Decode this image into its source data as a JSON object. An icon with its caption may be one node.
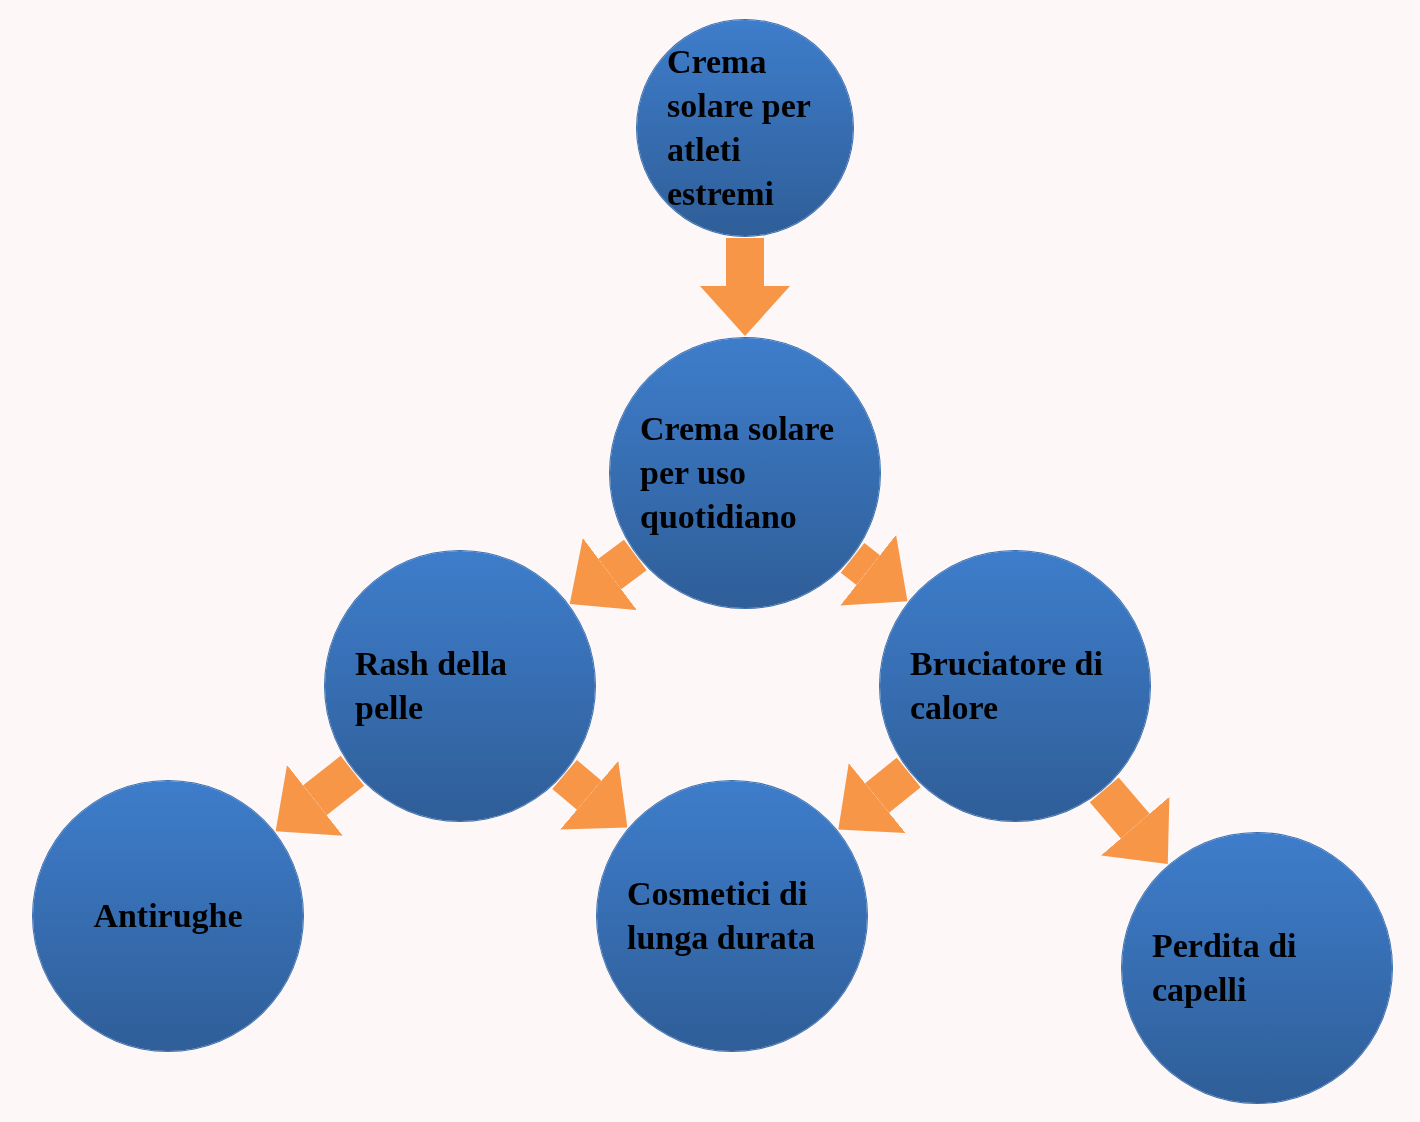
{
  "diagram": {
    "nodes": [
      {
        "text": [
          "Crema solare per atleti estremi"
        ]
      },
      {
        "text": [
          "Crema solare per uso quotidiano"
        ]
      },
      {
        "text": [
          "Rash della pelle"
        ]
      },
      {
        "text": [
          "Bruciatore di calore"
        ]
      },
      {
        "text": [
          "Antirughe"
        ]
      },
      {
        "text": [
          "Cosmetici di lunga durata"
        ]
      },
      {
        "text": [
          "Perdita di capelli"
        ]
      }
    ],
    "edges": [
      {
        "from": 0,
        "to": 1,
        "arrow": "to"
      },
      {
        "from": 1,
        "to": 2,
        "arrow": "to"
      },
      {
        "from": 1,
        "to": 3,
        "arrow": "to"
      },
      {
        "from": 2,
        "to": 4,
        "arrow": "to"
      },
      {
        "from": 2,
        "to": 5,
        "arrow": "to"
      },
      {
        "from": 3,
        "to": 5,
        "arrow": "to"
      },
      {
        "from": 3,
        "to": 6,
        "arrow": "to"
      }
    ]
  }
}
